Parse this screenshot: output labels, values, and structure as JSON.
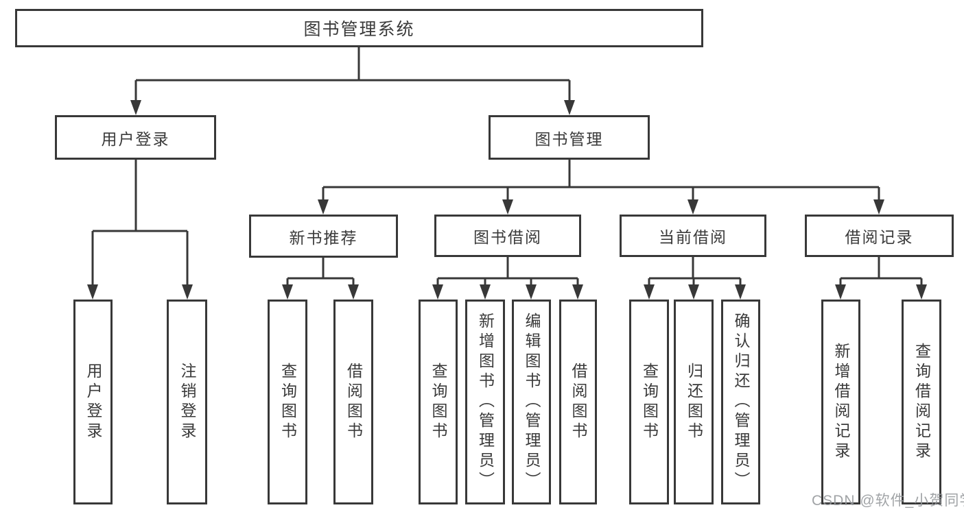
{
  "diagram": {
    "type": "hierarchy-tree",
    "title": "图书管理系统",
    "watermark": "CSDN @软件_小贺同学",
    "colors": {
      "line": "#383838",
      "text": "#3a3a3a",
      "box_background": "#ffffff",
      "page_background": "#ffffff",
      "watermark": "#96999c"
    },
    "nodes": {
      "root": {
        "label": "图书管理系统"
      },
      "user_login": {
        "label": "用户登录"
      },
      "book_mgmt": {
        "label": "图书管理"
      },
      "new_book_rec": {
        "label": "新书推荐"
      },
      "book_borrow": {
        "label": "图书借阅"
      },
      "current_borrow": {
        "label": "当前借阅"
      },
      "borrow_records": {
        "label": "借阅记录"
      },
      "leaf_user_login": {
        "label": "用户登录"
      },
      "leaf_logout": {
        "label": "注销登录"
      },
      "leaf_query_books_1": {
        "label": "查询图书"
      },
      "leaf_borrow_books_1": {
        "label": "借阅图书"
      },
      "leaf_query_books_2": {
        "label": "查询图书"
      },
      "leaf_add_books": {
        "label": "新增图书（管理员）"
      },
      "leaf_edit_books": {
        "label": "编辑图书（管理员）"
      },
      "leaf_borrow_books_2": {
        "label": "借阅图书"
      },
      "leaf_query_books_3": {
        "label": "查询图书"
      },
      "leaf_return_books": {
        "label": "归还图书"
      },
      "leaf_confirm_return": {
        "label": "确认归还（管理员）"
      },
      "leaf_add_borrow_record": {
        "label": "新增借阅记录"
      },
      "leaf_query_borrow_record": {
        "label": "查询借阅记录"
      }
    },
    "edges": [
      [
        "root",
        "user_login"
      ],
      [
        "root",
        "book_mgmt"
      ],
      [
        "user_login",
        "leaf_user_login"
      ],
      [
        "user_login",
        "leaf_logout"
      ],
      [
        "book_mgmt",
        "new_book_rec"
      ],
      [
        "book_mgmt",
        "book_borrow"
      ],
      [
        "book_mgmt",
        "current_borrow"
      ],
      [
        "book_mgmt",
        "borrow_records"
      ],
      [
        "new_book_rec",
        "leaf_query_books_1"
      ],
      [
        "new_book_rec",
        "leaf_borrow_books_1"
      ],
      [
        "book_borrow",
        "leaf_query_books_2"
      ],
      [
        "book_borrow",
        "leaf_add_books"
      ],
      [
        "book_borrow",
        "leaf_edit_books"
      ],
      [
        "book_borrow",
        "leaf_borrow_books_2"
      ],
      [
        "current_borrow",
        "leaf_query_books_3"
      ],
      [
        "current_borrow",
        "leaf_return_books"
      ],
      [
        "current_borrow",
        "leaf_confirm_return"
      ],
      [
        "borrow_records",
        "leaf_add_borrow_record"
      ],
      [
        "borrow_records",
        "leaf_query_borrow_record"
      ]
    ]
  }
}
